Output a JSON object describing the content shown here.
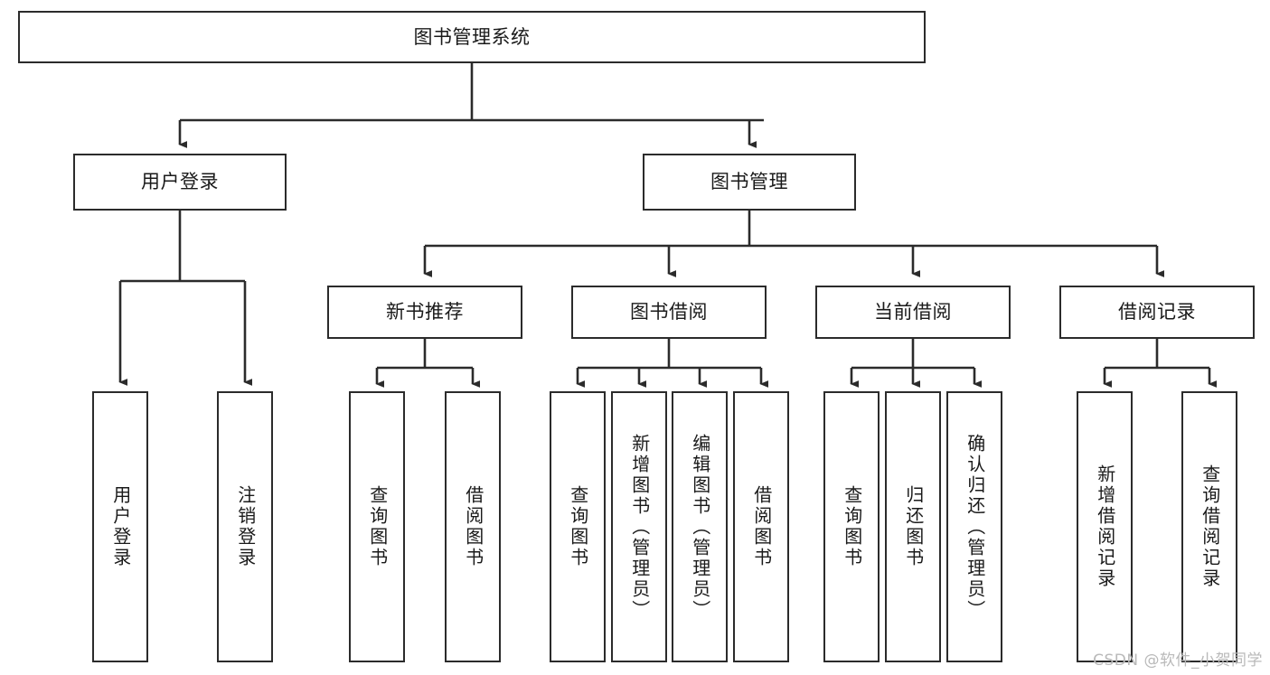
{
  "diagram": {
    "title": "图书管理系统",
    "type": "tree-hierarchy-diagram",
    "watermark": "CSDN @软件_小贺同学",
    "colors": {
      "box_border": "#2b2b2b",
      "box_fill": "#ffffff",
      "connector": "#2b2b2b",
      "text": "#1a1a1a",
      "watermark": "#b9b9b9",
      "background": "#ffffff"
    }
  },
  "nodes": {
    "root": {
      "label": "图书管理系统",
      "level": 1
    },
    "level2": [
      {
        "id": "user-login",
        "label": "用户登录"
      },
      {
        "id": "book-manage",
        "label": "图书管理"
      }
    ],
    "level3": [
      {
        "id": "new-book-rec",
        "label": "新书推荐"
      },
      {
        "id": "book-borrow",
        "label": "图书借阅"
      },
      {
        "id": "current-borrow",
        "label": "当前借阅"
      },
      {
        "id": "borrow-record",
        "label": "借阅记录"
      }
    ],
    "leaves": {
      "user-login": [
        {
          "id": "leaf-user-login",
          "label": "用户登录"
        },
        {
          "id": "leaf-logout",
          "label": "注销登录"
        }
      ],
      "new-book-rec": [
        {
          "id": "leaf-query-book-1",
          "label": "查询图书"
        },
        {
          "id": "leaf-borrow-book-1",
          "label": "借阅图书"
        }
      ],
      "book-borrow": [
        {
          "id": "leaf-query-book-2",
          "label": "查询图书"
        },
        {
          "id": "leaf-add-book",
          "label": "新增图书（管理员）"
        },
        {
          "id": "leaf-edit-book",
          "label": "编辑图书（管理员）"
        },
        {
          "id": "leaf-borrow-book-2",
          "label": "借阅图书"
        }
      ],
      "current-borrow": [
        {
          "id": "leaf-query-book-3",
          "label": "查询图书"
        },
        {
          "id": "leaf-return-book",
          "label": "归还图书"
        },
        {
          "id": "leaf-confirm-return",
          "label": "确认归还（管理员）"
        }
      ],
      "borrow-record": [
        {
          "id": "leaf-add-record",
          "label": "新增借阅记录"
        },
        {
          "id": "leaf-query-record",
          "label": "查询借阅记录"
        }
      ]
    }
  }
}
